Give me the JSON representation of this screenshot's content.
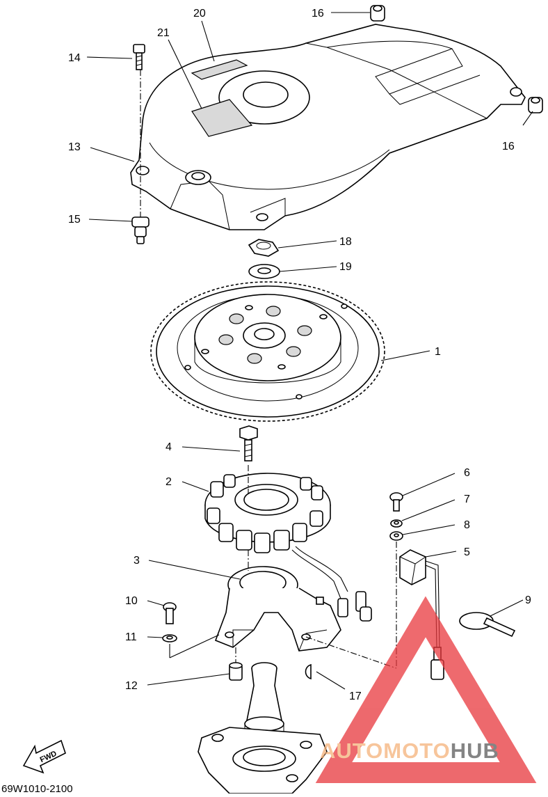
{
  "diagram": {
    "callouts": [
      {
        "id": "1",
        "label": "1"
      },
      {
        "id": "2",
        "label": "2"
      },
      {
        "id": "3",
        "label": "3"
      },
      {
        "id": "4",
        "label": "4"
      },
      {
        "id": "5",
        "label": "5"
      },
      {
        "id": "6",
        "label": "6"
      },
      {
        "id": "7",
        "label": "7"
      },
      {
        "id": "8",
        "label": "8"
      },
      {
        "id": "9",
        "label": "9"
      },
      {
        "id": "10",
        "label": "10"
      },
      {
        "id": "11",
        "label": "11"
      },
      {
        "id": "12",
        "label": "12"
      },
      {
        "id": "13",
        "label": "13"
      },
      {
        "id": "14",
        "label": "14"
      },
      {
        "id": "15",
        "label": "15"
      },
      {
        "id": "16a",
        "label": "16"
      },
      {
        "id": "16b",
        "label": "16"
      },
      {
        "id": "17",
        "label": "17"
      },
      {
        "id": "18",
        "label": "18"
      },
      {
        "id": "19",
        "label": "19"
      },
      {
        "id": "20",
        "label": "20"
      },
      {
        "id": "21",
        "label": "21"
      }
    ],
    "fwd_label": "FWD",
    "drawing_code": "69W1010-2100",
    "watermark": {
      "part1": "AUTOMOTO",
      "part2": "HUB",
      "color1": "#f5b27a",
      "color2": "#5b5b5b",
      "triangle_color": "#e8383d"
    }
  }
}
